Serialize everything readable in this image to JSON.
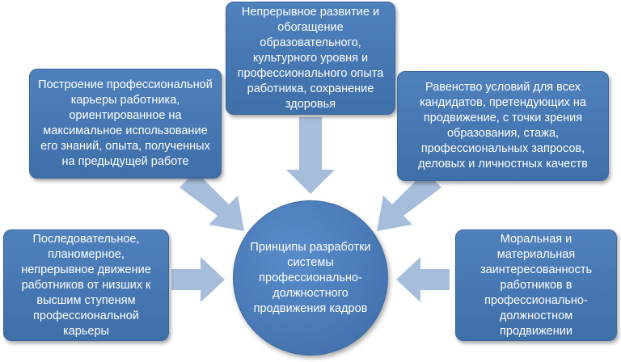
{
  "diagram": {
    "center": "Принципы разработки системы профессионально-должностного продвижения кадров",
    "nodes": {
      "top": "Непрерывное развитие и обогащение образовательного, культурного уровня и профессионального опыта работника, сохранение здоровья",
      "upper_left": "Построение профессиональной карьеры работника, ориентированное на максимальное использование его знаний, опыта, полученных на предыдущей работе",
      "upper_right": "Равенство условий для всех кандидатов, претендующих на продвижение, с точки зрения образования, стажа, профессиональных запросов, деловых и личностных качеств",
      "lower_left": "Последовательное, планомерное, непрерывное движение работников от низших к высшим ступеням профессиональной карьеры",
      "lower_right": "Моральная и материальная заинтересованность работников в профессионально-должностном продвижении"
    },
    "colors": {
      "box": "#4f81bd",
      "arrow": "#a6bddb",
      "text": "#ffffff"
    }
  }
}
